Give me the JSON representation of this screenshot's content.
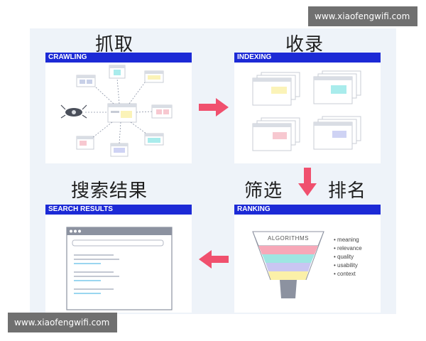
{
  "watermark": {
    "text": "www.xiaofengwifi.com"
  },
  "steps": {
    "crawling": {
      "heading": "抓取",
      "bar": "CRAWLING"
    },
    "indexing": {
      "heading": "收录",
      "bar": "INDEXING"
    },
    "ranking": {
      "heading_left": "筛选",
      "heading_right": "排名",
      "bar": "RANKING",
      "funnel_label": "ALGORITHMS",
      "criteria": [
        "• meaning",
        "• relevance",
        "• quality",
        "• usability",
        "• context"
      ]
    },
    "search_results": {
      "heading": "搜索结果",
      "bar": "SEARCH RESULTS"
    }
  },
  "colors": {
    "accent": "#1c2ad6",
    "arrow": "#f0506e",
    "canvas": "#eef3f9"
  }
}
